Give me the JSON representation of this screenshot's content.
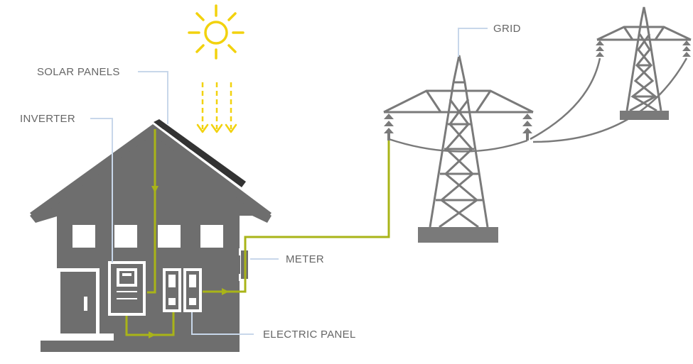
{
  "labels": {
    "solar_panels": "SOLAR PANELS",
    "inverter": "INVERTER",
    "grid": "GRID",
    "meter": "METER",
    "electric_panel": "ELECTRIC PANEL"
  },
  "colors": {
    "house": "#6e6e6e",
    "power_flow": "#a9b418",
    "sun": "#f2d20e",
    "callout_line": "#c8d7ea",
    "label_text": "#666666",
    "tower": "#7a7a7a"
  },
  "icons": {
    "sun": "sun-icon",
    "house": "house-icon",
    "tower": "transmission-tower-icon"
  }
}
